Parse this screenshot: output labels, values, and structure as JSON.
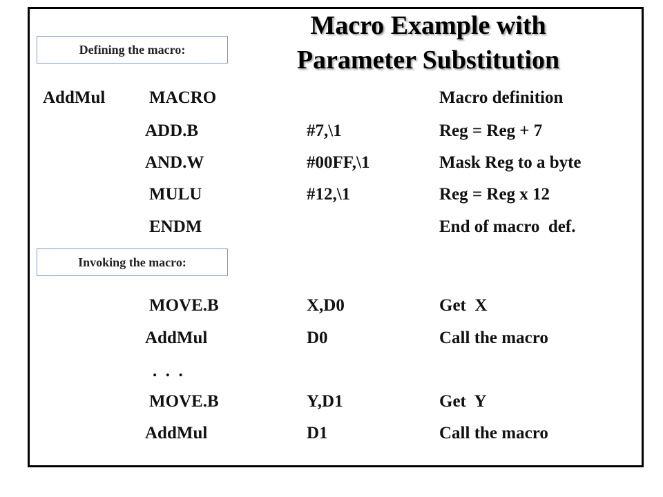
{
  "slide": {
    "title_line1": "Macro Example with",
    "title_line2": "Parameter Substitution",
    "define_label": "Defining the macro:",
    "invoke_label": "Invoking the macro:"
  },
  "definition": {
    "label": "AddMul",
    "directive": "MACRO",
    "directive_comment": "Macro definition",
    "lines": [
      {
        "op": "ADD.B",
        "arg": "#7,\\1",
        "comment": "Reg = Reg + 7"
      },
      {
        "op": "AND.W",
        "arg": "#00FF,\\1",
        "comment": "Mask Reg to a byte"
      },
      {
        "op": "MULU",
        "arg": "#12,\\1",
        "comment": "Reg = Reg x 12"
      },
      {
        "op": "ENDM",
        "arg": "",
        "comment": "End of macro  def."
      }
    ]
  },
  "invocation": {
    "lines": [
      {
        "op": "MOVE.B",
        "arg": "X,D0",
        "comment": "Get  X"
      },
      {
        "op": "AddMul",
        "arg": "D0",
        "comment": "Call the macro"
      },
      {
        "op": ".  .  .",
        "arg": "",
        "comment": ""
      },
      {
        "op": "MOVE.B",
        "arg": "Y,D1",
        "comment": "Get  Y"
      },
      {
        "op": "AddMul",
        "arg": "D1",
        "comment": "Call the macro"
      }
    ]
  }
}
